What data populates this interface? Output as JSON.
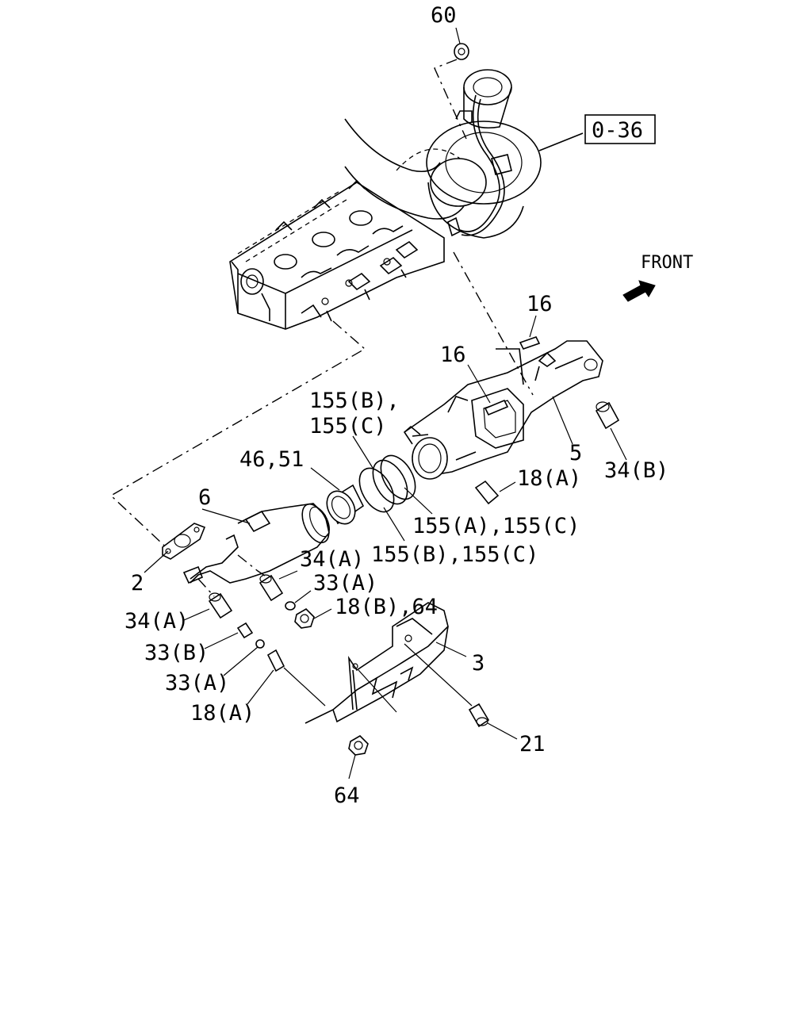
{
  "labels": {
    "p60": "60",
    "ref036": "0-36",
    "front": "FRONT",
    "p16a": "16",
    "p16b": "16",
    "p155bc_top_1": "155(B),",
    "p155bc_top_2": "155(C)",
    "p4651": "46,51",
    "p5": "5",
    "p34b": "34(B)",
    "p18a_right": "18(A)",
    "p6": "6",
    "p155ac": "155(A),155(C)",
    "p155bc_bottom": "155(B),155(C)",
    "p34a_mid": "34(A)",
    "p2": "2",
    "p33a_mid": "33(A)",
    "p18b64": "18(B),64",
    "p34a_left": "34(A)",
    "p33b": "33(B)",
    "p3": "3",
    "p33a_left": "33(A)",
    "p18a_left": "18(A)",
    "p21": "21",
    "p64": "64"
  },
  "icons": {
    "front_arrow": "front-arrow-icon"
  }
}
